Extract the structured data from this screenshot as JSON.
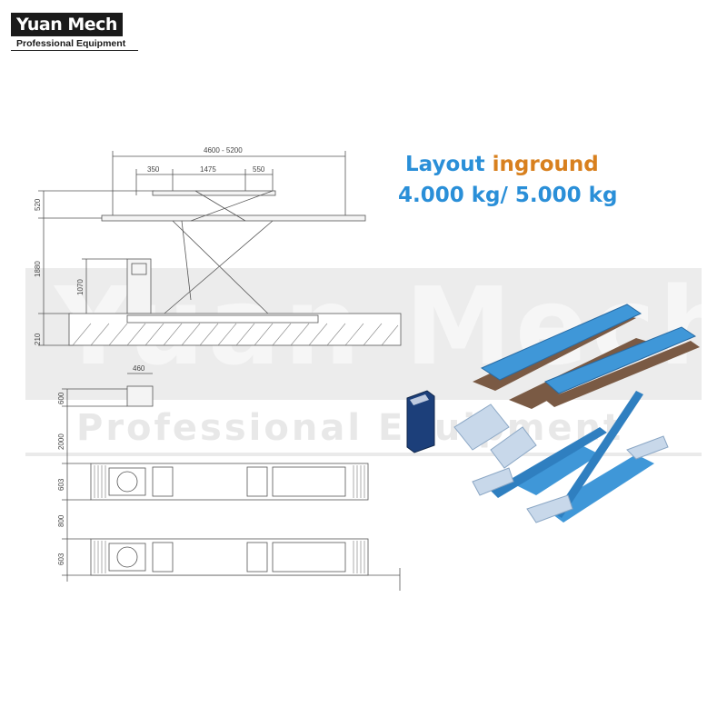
{
  "logo": {
    "brand": "Yuan Mech",
    "tagline": "Professional Equipment"
  },
  "title": {
    "line1_part1": "Layout",
    "line1_part2": "inground",
    "line2": "4.000 kg/ 5.000 kg"
  },
  "colors": {
    "blue_title": "#2a8fd8",
    "orange_title": "#d8801e",
    "lift_blue": "#3f97d8",
    "lift_brown": "#7a5a44"
  },
  "side_view_dimensions": {
    "overall_length": "4600 - 5200",
    "left_offset": "350",
    "center": "1475",
    "right_offset": "550",
    "lift_height": "1880",
    "platform_height": "520",
    "console_height": "1070",
    "pit_depth": "210"
  },
  "plan_view_dimensions": {
    "console_width": "460",
    "console_depth": "600",
    "console_gap": "2000",
    "platform_width_1": "603",
    "gap_between": "800",
    "platform_width_2": "603"
  }
}
